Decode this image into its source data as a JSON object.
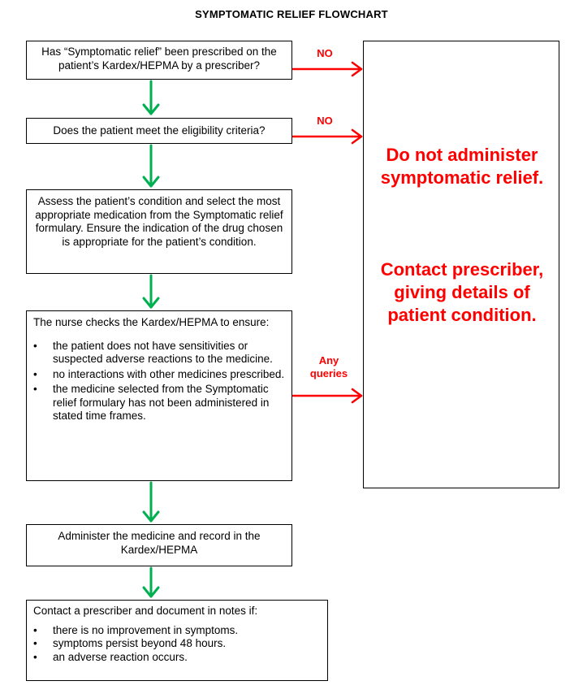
{
  "title": "SYMPTOMATIC RELIEF FLOWCHART",
  "steps": {
    "step1": "Has “Symptomatic relief” been prescribed on the patient’s Kardex/HEPMA by a prescriber?",
    "step2": "Does the patient meet the eligibility criteria?",
    "step3": "Assess the patient’s condition and select the most appropriate medication from the Symptomatic relief formulary.  Ensure the indication of the drug chosen is appropriate for the patient’s condition.",
    "step4": {
      "intro": "The nurse checks the Kardex/HEPMA to ensure:",
      "bullets": [
        "the patient does not have sensitivities or suspected adverse reactions to the medicine.",
        "no interactions with other medicines prescribed.",
        "the medicine selected from the Symptomatic relief formulary has not been administered in stated time frames."
      ]
    },
    "step5": "Administer the medicine and record in the Kardex/HEPMA",
    "step6": {
      "intro": "Contact a prescriber and document in notes if:",
      "bullets": [
        "there is no improvement in symptoms.",
        "symptoms persist beyond 48 hours.",
        "an adverse reaction occurs."
      ]
    }
  },
  "outcome": {
    "do_not": "Do not administer symptomatic relief.",
    "contact": "Contact prescriber, giving details of patient condition."
  },
  "edge_labels": {
    "no_1": "NO",
    "no_2": "NO",
    "any_queries": "Any queries"
  },
  "colors": {
    "yes_arrow": "#00b050",
    "no_arrow": "#ff0000",
    "outcome_text": "#ff0000"
  }
}
